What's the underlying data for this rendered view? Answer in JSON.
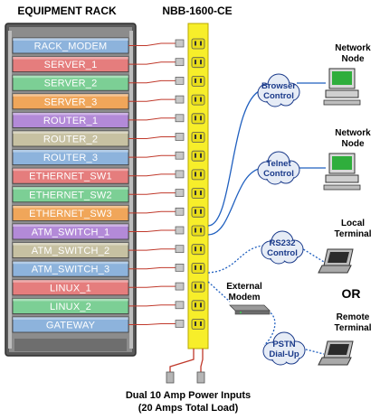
{
  "titles": {
    "rack": "EQUIPMENT RACK",
    "device": "NBB-1600-CE"
  },
  "rack_units": [
    {
      "label": "RACK_MODEM",
      "color": "#8db3dc"
    },
    {
      "label": "SERVER_1",
      "color": "#e57d7d"
    },
    {
      "label": "SERVER_2",
      "color": "#7ccf95"
    },
    {
      "label": "SERVER_3",
      "color": "#f0a65a"
    },
    {
      "label": "ROUTER_1",
      "color": "#b38ad8"
    },
    {
      "label": "ROUTER_2",
      "color": "#c7c1a2"
    },
    {
      "label": "ROUTER_3",
      "color": "#8db3dc"
    },
    {
      "label": "ETHERNET_SW1",
      "color": "#e57d7d"
    },
    {
      "label": "ETHERNET_SW2",
      "color": "#7ccf95"
    },
    {
      "label": "ETHERNET_SW3",
      "color": "#f0a65a"
    },
    {
      "label": "ATM_SWITCH_1",
      "color": "#b38ad8"
    },
    {
      "label": "ATM_SWITCH_2",
      "color": "#c7c1a2"
    },
    {
      "label": "ATM_SWITCH_3",
      "color": "#8db3dc"
    },
    {
      "label": "LINUX_1",
      "color": "#e57d7d"
    },
    {
      "label": "LINUX_2",
      "color": "#7ccf95"
    },
    {
      "label": "GATEWAY",
      "color": "#8db3dc"
    }
  ],
  "controls": [
    {
      "cloud": "Browser Control",
      "device_label": "Network Node",
      "device_type": "desktop-computer",
      "link": "solid"
    },
    {
      "cloud": "Telnet Control",
      "device_label": "Network Node",
      "device_type": "desktop-computer",
      "link": "solid"
    },
    {
      "cloud": "RS232 Control",
      "device_label": "Local Terminal",
      "device_type": "laptop",
      "link": "dotted"
    },
    {
      "cloud": "PSTN Dial-Up",
      "device_label": "Remote Terminal",
      "device_type": "laptop",
      "link": "dotted"
    }
  ],
  "modem_label": "External Modem",
  "or_label": "OR",
  "caption": [
    "Dual 10 Amp Power Inputs",
    "(20 Amps Total Load)"
  ],
  "colors": {
    "strip": "#f7ee2a",
    "rack_frame": "#555555",
    "power_cable": "#c0392b",
    "network_link": "#1f5fbf",
    "cloud_fill": "#e6ecf6"
  }
}
